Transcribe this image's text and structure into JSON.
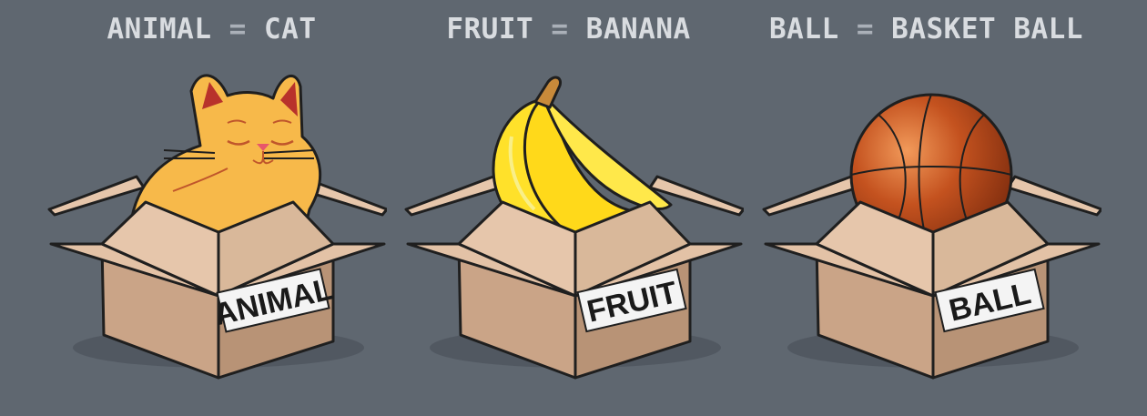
{
  "panels": [
    {
      "variable": "ANIMAL",
      "operator": "=",
      "value": "CAT",
      "box_label": "ANIMAL",
      "content": "cat"
    },
    {
      "variable": "FRUIT",
      "operator": "=",
      "value": "BANANA",
      "box_label": "FRUIT",
      "content": "banana"
    },
    {
      "variable": "BALL",
      "operator": "=",
      "value": "BASKET BALL",
      "box_label": "BALL",
      "content": "basketball"
    }
  ],
  "colors": {
    "background": "#5f6770",
    "caption": "#d9dce0",
    "box": "#c9a487",
    "box_light": "#e3c2a6",
    "outline": "#1f1f1f"
  }
}
